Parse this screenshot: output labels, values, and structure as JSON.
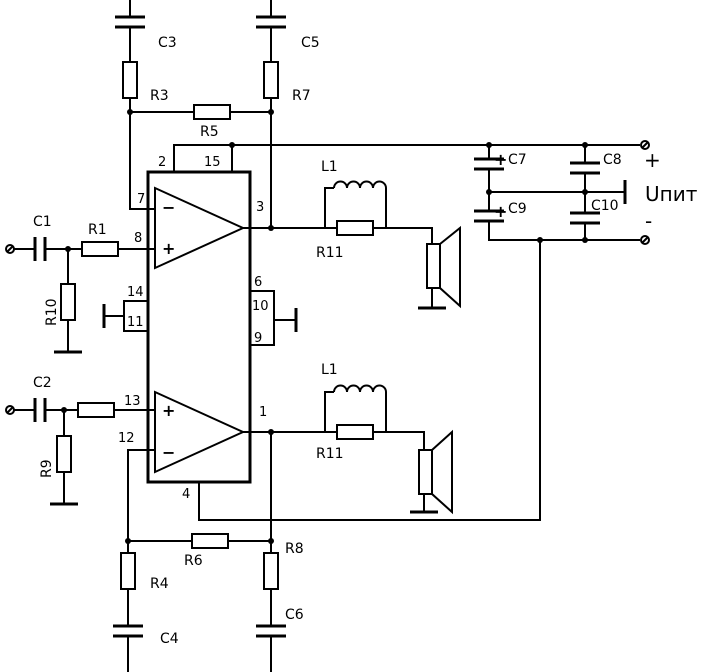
{
  "components": {
    "c1": "C1",
    "c2": "C2",
    "c3": "C3",
    "c4": "C4",
    "c5": "C5",
    "c6": "C6",
    "c7": "C7",
    "c8": "C8",
    "c9": "C9",
    "c10": "C10",
    "r1": "R1",
    "r3": "R3",
    "r4": "R4",
    "r5": "R5",
    "r6": "R6",
    "r7": "R7",
    "r8": "R8",
    "r9": "R9",
    "r10": "R10",
    "r11_top": "R11",
    "r11_bottom": "R11",
    "l1_top": "L1",
    "l1_bottom": "L1"
  },
  "pins": {
    "p1": "1",
    "p2": "2",
    "p3": "3",
    "p4": "4",
    "p6": "6",
    "p7": "7",
    "p8": "8",
    "p9": "9",
    "p10": "10",
    "p11": "11",
    "p12": "12",
    "p13": "13",
    "p14": "14",
    "p15": "15"
  },
  "amp_signs": {
    "top_minus": "−",
    "top_plus": "+",
    "bottom_plus": "+",
    "bottom_minus": "−"
  },
  "supply": {
    "label": "Uпит",
    "plus": "+",
    "minus": "-",
    "c7_polarity": "+",
    "c9_polarity": "+"
  }
}
